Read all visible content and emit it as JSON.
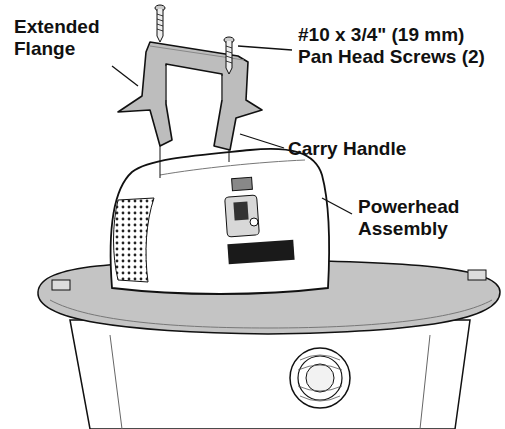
{
  "diagram": {
    "labels": [
      "Extended Flange",
      "#10 x 3/4\" (19 mm) Pan Head Screws (2)",
      "Carry Handle",
      "Powerhead Assembly"
    ]
  }
}
